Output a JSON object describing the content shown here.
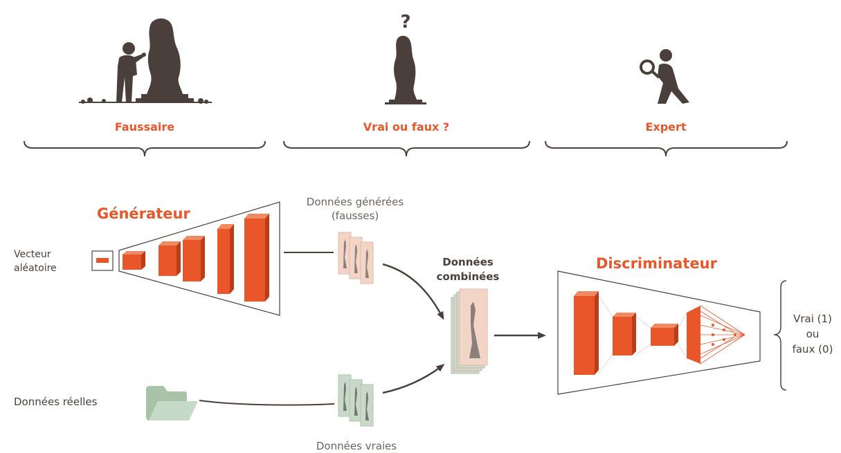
{
  "top": {
    "forger_label": "Faussaire",
    "question_label": "Vrai ou faux ?",
    "question_mark": "?",
    "expert_label": "Expert"
  },
  "generator": {
    "title": "Générateur",
    "input_label_line1": "Vecteur",
    "input_label_line2": "aléatoire"
  },
  "generated_data": {
    "label_line1": "Données générées",
    "label_line2": "(fausses)"
  },
  "combined_data": {
    "label_line1": "Données",
    "label_line2": "combinées"
  },
  "real_data": {
    "source_label": "Données réelles",
    "samples_label": "Données vraies"
  },
  "discriminator": {
    "title": "Discriminateur",
    "output_line1": "Vrai (1)",
    "output_line2": "ou",
    "output_line3": "faux (0)"
  },
  "colors": {
    "accent": "#e8562a",
    "accent_dark": "#b83d18",
    "icon": "#4a3f3a",
    "fake_card": "#f3d5c8",
    "real_card": "#c9d8c9",
    "folder": "#a9c3a9"
  }
}
